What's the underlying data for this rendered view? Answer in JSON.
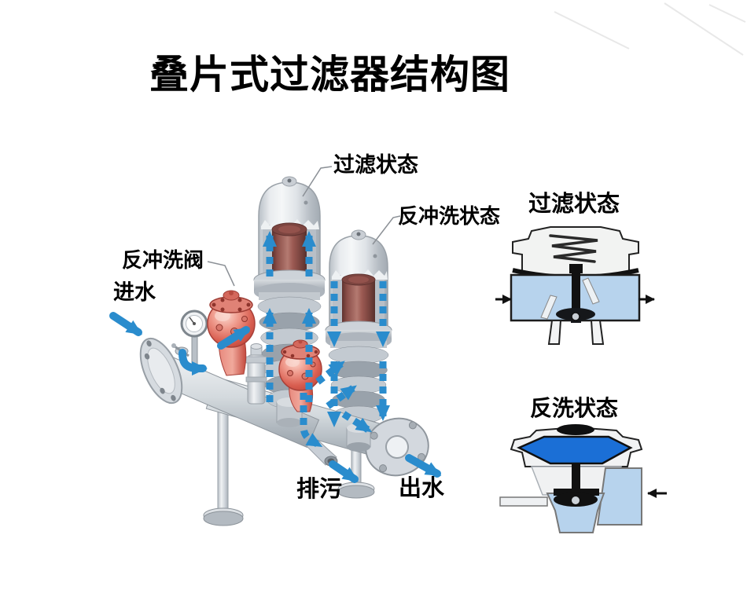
{
  "title": "叠片式过滤器结构图",
  "main_diagram": {
    "labels": {
      "filter_state": "过滤状态",
      "backwash_state": "反冲洗状态",
      "backwash_valve": "反冲洗阀",
      "inlet": "进水",
      "drain": "排污",
      "outlet": "出水"
    }
  },
  "side_diagrams": {
    "filtering": {
      "title": "过滤状态"
    },
    "backwash": {
      "title": "反洗状态"
    }
  },
  "colors": {
    "flow_arrow_blue": "#2a8ccd",
    "water_light_blue": "#b7d3ed",
    "diaphragm_blue": "#1b6fd6",
    "valve_red": "#d4574a",
    "disc_maroon": "#8a4e48",
    "pipe_gray": "#c9cfd5",
    "text_black": "#111111"
  }
}
